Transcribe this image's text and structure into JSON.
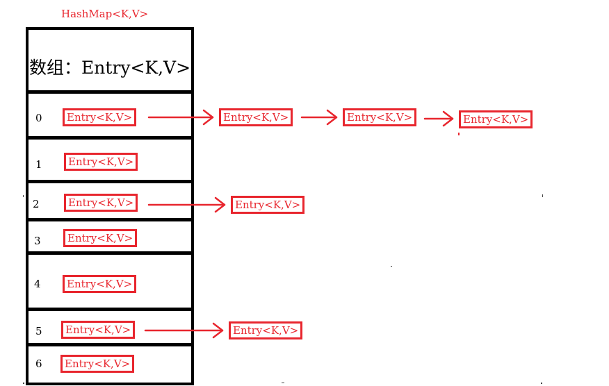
{
  "title": "HashMap<K,V>",
  "array_header": "数组：Entry<K,V>",
  "rows": [
    {
      "index": "0",
      "entry": "Entry<K,V>",
      "chain": [
        "Entry<K,V>",
        "Entry<K,V>",
        "Entry<K,V>"
      ]
    },
    {
      "index": "1",
      "entry": "Entry<K,V>",
      "chain": []
    },
    {
      "index": "2",
      "entry": "Entry<K,V>",
      "chain": [
        "Entry<K,V>"
      ]
    },
    {
      "index": "3",
      "entry": "Entry<K,V>",
      "chain": []
    },
    {
      "index": "4",
      "entry": "Entry<K,V>",
      "chain": []
    },
    {
      "index": "5",
      "entry": "Entry<K,V>",
      "chain": [
        "Entry<K,V>"
      ]
    },
    {
      "index": "6",
      "entry": "Entry<K,V>",
      "chain": []
    }
  ],
  "colors": {
    "accent": "#e8262e",
    "border": "#000000"
  }
}
